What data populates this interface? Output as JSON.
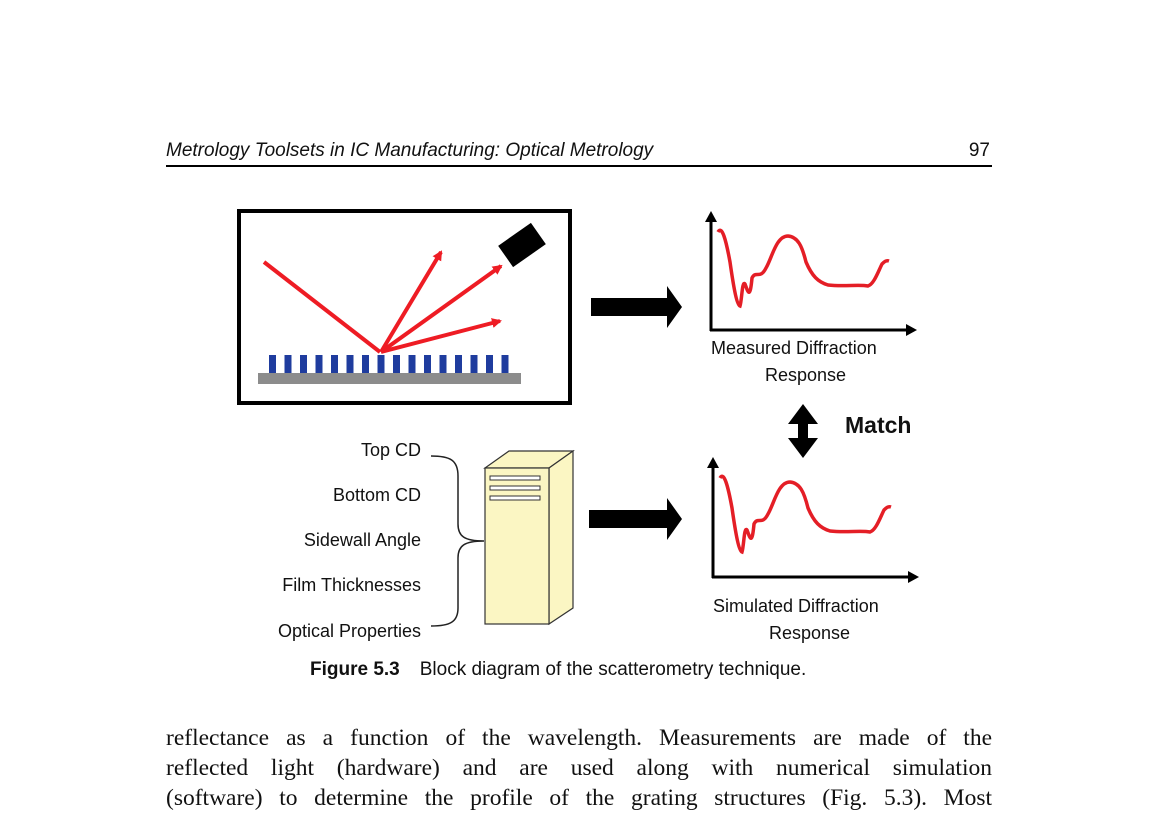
{
  "header": {
    "title": "Metrology Toolsets in IC Manufacturing: Optical Metrology",
    "page_number": "97"
  },
  "figure": {
    "measured_label_line1": "Measured Diffraction",
    "measured_label_line2": "Response",
    "simulated_label_line1": "Simulated Diffraction",
    "simulated_label_line2": "Response",
    "match_label": "Match",
    "parameters": [
      "Top CD",
      "Bottom CD",
      "Sidewall Angle",
      "Film Thicknesses",
      "Optical Properties"
    ],
    "colors": {
      "beam": "#ee1c24",
      "grating": "#1f3c9e",
      "substrate": "#8c8c8c",
      "computer": "#fbf6c3",
      "curve": "#e41e26"
    }
  },
  "caption": {
    "label": "Figure 5.3",
    "text": "Block diagram of the scatterometry technique."
  },
  "body": {
    "lines": [
      "reflectance as a function of the wavelength. Measurements are made of the",
      "reflected light (hardware) and are used along with numerical simulation",
      "(software) to determine the profile of the grating structures (Fig. 5.3). Most"
    ]
  }
}
